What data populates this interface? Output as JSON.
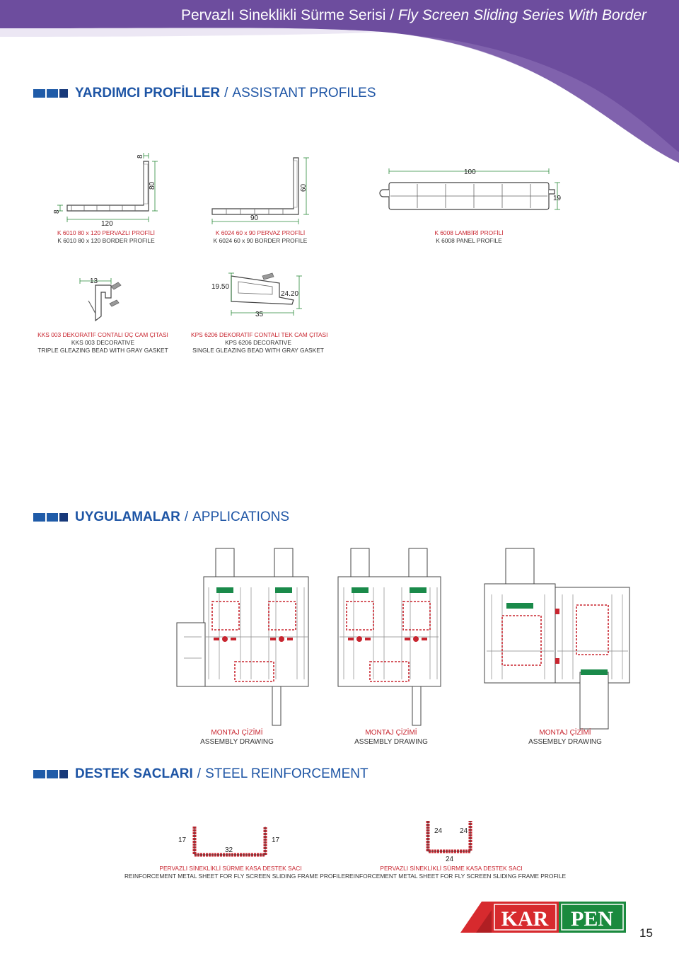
{
  "header": {
    "title_tr": "Pervazlı Sineklikli Sürme Serisi / ",
    "title_en": "Fly Screen Sliding Series With Border"
  },
  "sections": {
    "assistant": {
      "tr": "YARDIMCI PROFİLLER",
      "sep": "/",
      "en": "ASSISTANT PROFILES"
    },
    "applications": {
      "tr": "UYGULAMALAR",
      "sep": "/",
      "en": "APPLICATIONS"
    },
    "reinforcement": {
      "tr": "DESTEK SACLARI",
      "sep": "/",
      "en": "STEEL REINFORCEMENT"
    }
  },
  "profiles": {
    "k6010": {
      "dims": [
        "8",
        "80",
        "8",
        "120"
      ],
      "name_tr": "K 6010 80 x 120 PERVAZLI PROFİLİ",
      "name_en": "K 6010 80 x 120 BORDER PROFILE"
    },
    "k6024": {
      "dims": [
        "60",
        "90"
      ],
      "name_tr": "K 6024 60 x 90 PERVAZ PROFİLİ",
      "name_en": "K 6024 60 x 90 BORDER PROFILE"
    },
    "k6008": {
      "dims": [
        "100",
        "19"
      ],
      "name_tr": "K 6008 LAMBİRİ PROFİLİ",
      "name_en": "K 6008 PANEL PROFILE"
    },
    "kks003": {
      "dims": [
        "13"
      ],
      "name_tr": "KKS 003 DEKORATİF CONTALI ÜÇ CAM ÇITASI",
      "name_en1": "KKS 003 DECORATIVE",
      "name_en2": "TRIPLE GLEAZING BEAD WITH GRAY GASKET"
    },
    "kps6206": {
      "dims": [
        "19.50",
        "24.20",
        "35"
      ],
      "name_tr": "KPS 6206 DEKORATİF CONTALI TEK CAM ÇITASI",
      "name_en1": "KPS 6206 DECORATIVE",
      "name_en2": "SINGLE GLEAZING BEAD WITH GRAY GASKET"
    }
  },
  "applications": [
    {
      "tr": "MONTAJ ÇİZİMİ",
      "en": "ASSEMBLY DRAWING"
    },
    {
      "tr": "MONTAJ ÇİZİMİ",
      "en": "ASSEMBLY DRAWING"
    },
    {
      "tr": "MONTAJ ÇİZİMİ",
      "en": "ASSEMBLY DRAWING"
    }
  ],
  "reinforcements": [
    {
      "dims": [
        "17",
        "32",
        "17"
      ],
      "tr": "PERVAZLI SİNEKLİKLİ SÜRME KASA DESTEK SACI",
      "en": "REINFORCEMENT METAL SHEET FOR FLY SCREEN SLIDING FRAME PROFILE"
    },
    {
      "dims": [
        "24",
        "24",
        "24"
      ],
      "tr": "PERVAZLI SİNEKLİKLİ SÜRME KASA DESTEK SACI",
      "en": "REINFORCEMENT METAL SHEET FOR FLY SCREEN SLIDING FRAME PROFILE"
    }
  ],
  "logo": {
    "part1": "KAR",
    "part2": "PEN"
  },
  "page_number": "15",
  "colors": {
    "purple": "#7b58a7",
    "purple_dark": "#5e3f8c",
    "blue": "#1f5ba8",
    "red": "#c8252f",
    "green": "#1a8a4a",
    "logo_red": "#d72a2e",
    "logo_green": "#1a8a3e"
  }
}
